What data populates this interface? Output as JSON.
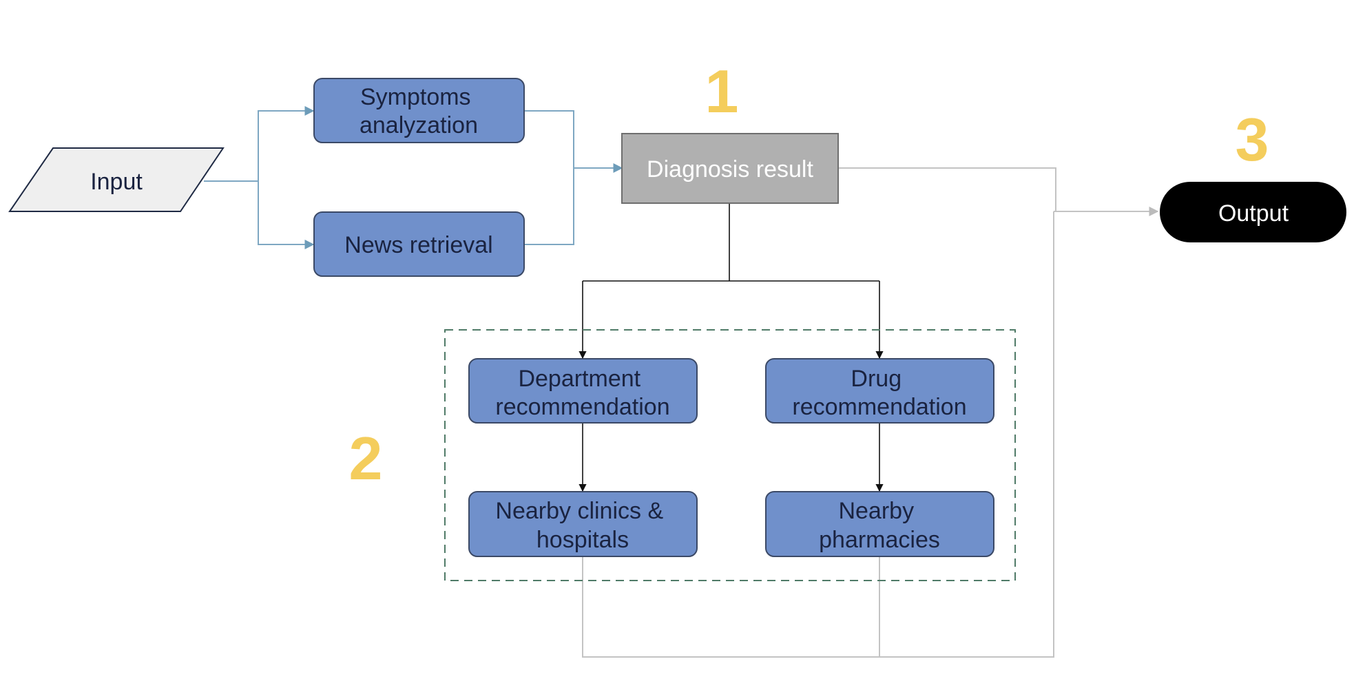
{
  "nodes": {
    "input": "Input",
    "symptoms": [
      "Symptoms",
      "analyzation"
    ],
    "news": "News retrieval",
    "diagnosis": "Diagnosis result",
    "output": "Output",
    "department": [
      "Department",
      "recommendation"
    ],
    "drug": [
      "Drug",
      "recommendation"
    ],
    "clinics": [
      "Nearby clinics &",
      "hospitals"
    ],
    "pharmacies": [
      "Nearby",
      "pharmacies"
    ]
  },
  "steps": {
    "one": "1",
    "two": "2",
    "three": "3"
  },
  "colors": {
    "process_fill": "#7090cb",
    "process_stroke": "#3b4966",
    "input_fill": "#efefef",
    "diagnosis_fill": "#b0b0b0",
    "output_fill": "#000000",
    "step_number": "#f4cd5c",
    "input_connector": "#7ea7c2",
    "return_connector": "#c3c3c3",
    "group_border": "#4f7a67"
  }
}
